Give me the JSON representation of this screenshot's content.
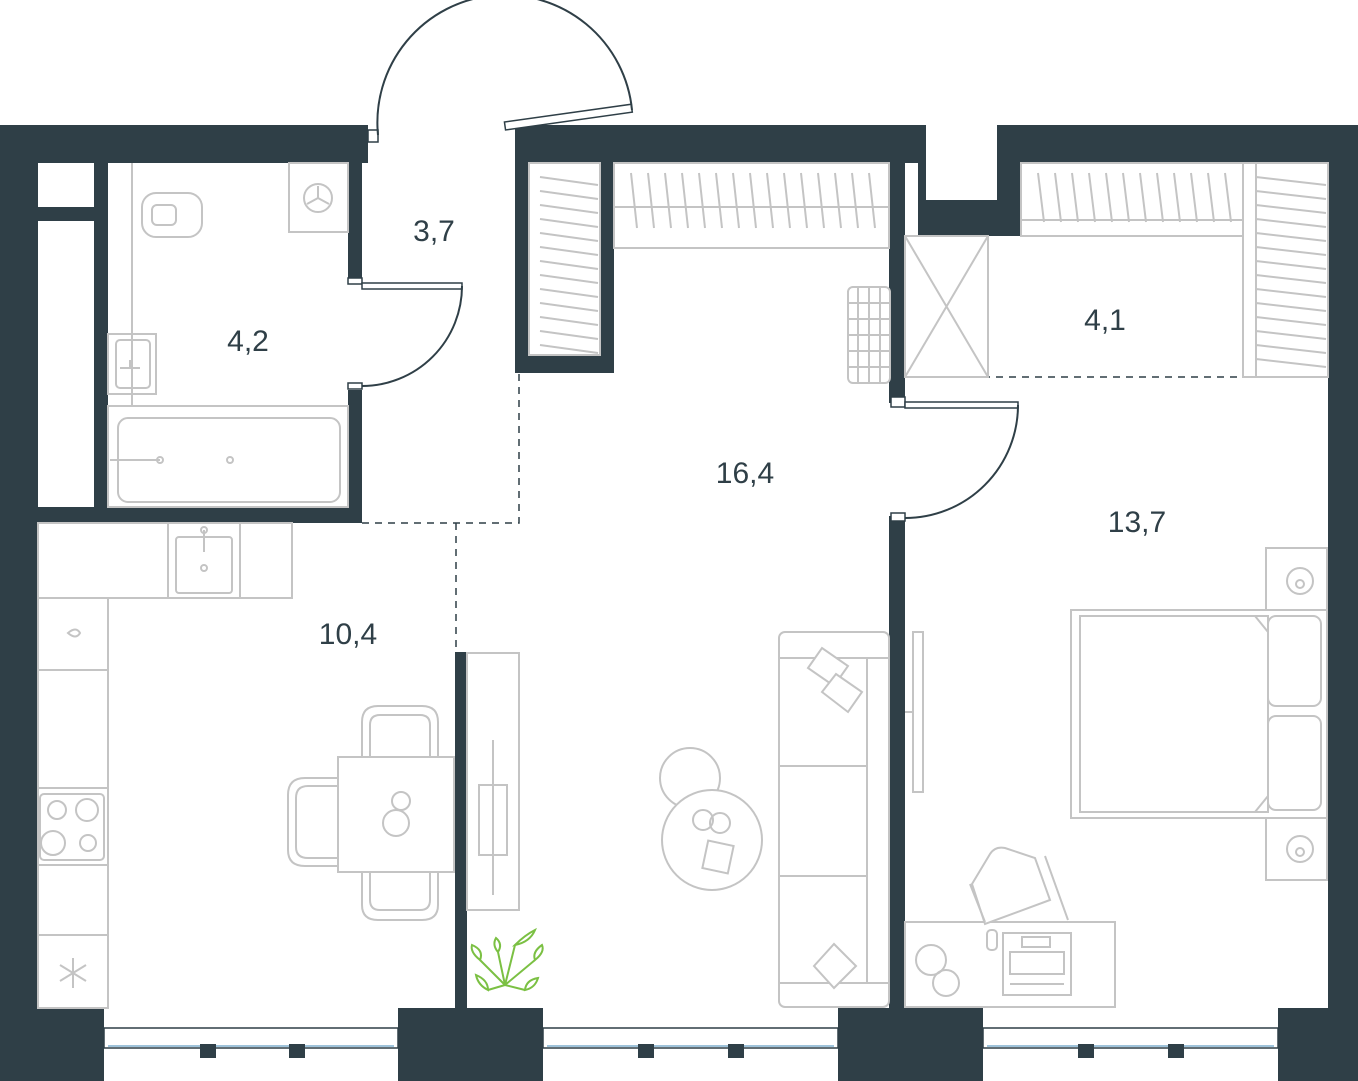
{
  "rooms": [
    {
      "id": "hall",
      "area": "3,7"
    },
    {
      "id": "bathroom",
      "area": "4,2"
    },
    {
      "id": "kitchen",
      "area": "10,4"
    },
    {
      "id": "living",
      "area": "16,4"
    },
    {
      "id": "wardrobe",
      "area": "4,1"
    },
    {
      "id": "bedroom",
      "area": "13,7"
    }
  ],
  "colors": {
    "walls": "#2f3f47",
    "furniture": "#c4c4c4",
    "glass": "#9fc3da",
    "plant": "#7bc043"
  }
}
